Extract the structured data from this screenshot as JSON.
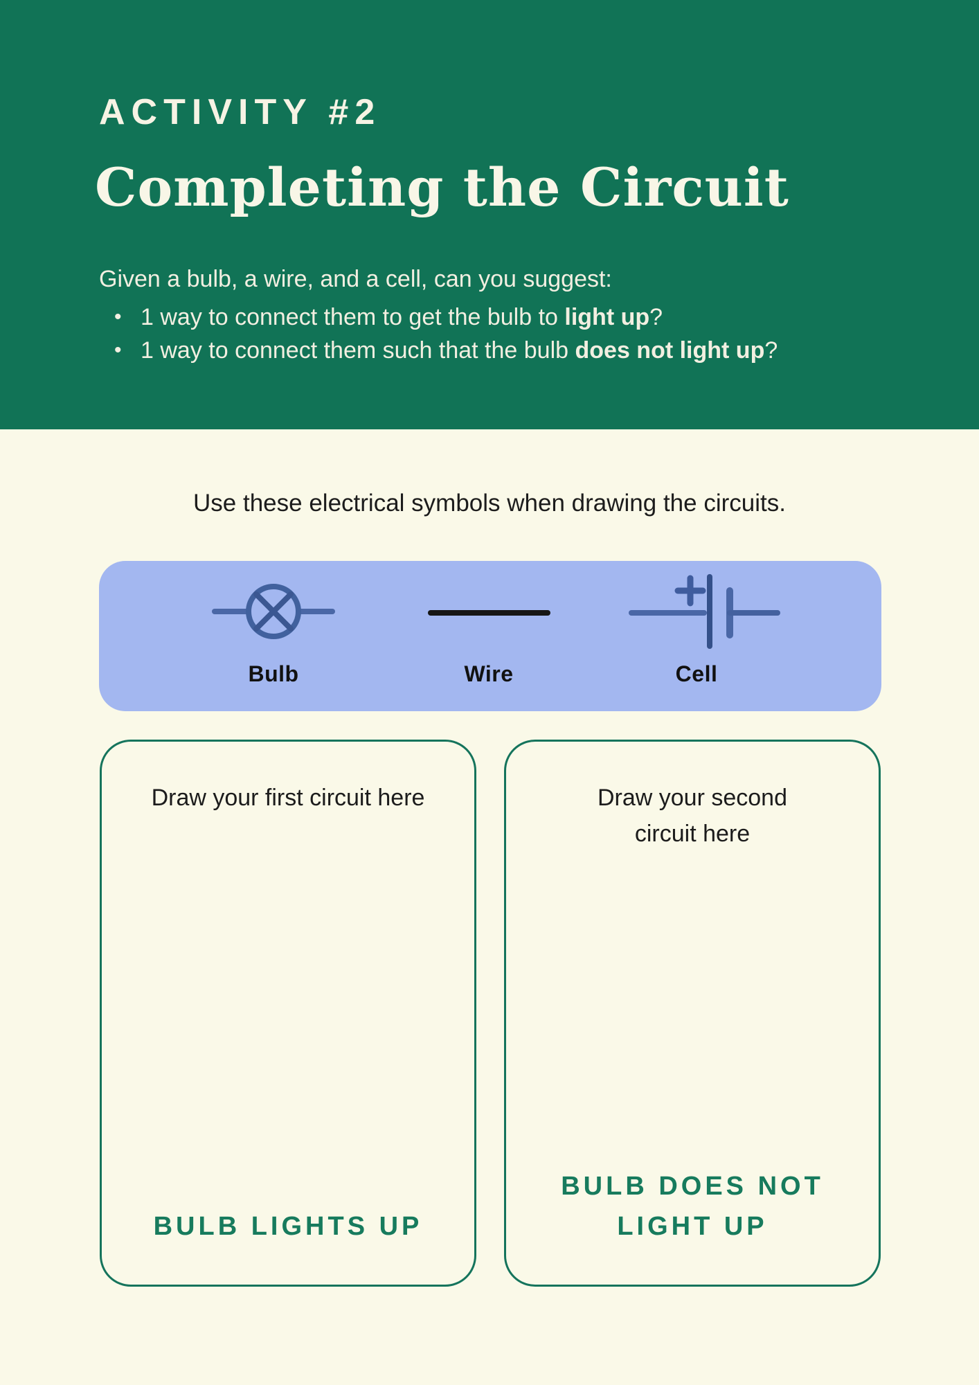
{
  "colors": {
    "header_green": "#117356",
    "page_cream": "#FAF9E8",
    "cream_text": "#F6F3E4",
    "panel_blue": "#A3B7F0",
    "symbol_blue": "#44619F",
    "symbol_blue_dark": "#34508A",
    "wire_black": "#161616",
    "body_black": "#1C1C1C",
    "box_border_green": "#15745C",
    "result_green": "#177B5D"
  },
  "header": {
    "kicker": "ACTIVITY #2",
    "title": "Completing the Circuit",
    "intro": "Given a bulb, a wire, and a cell, can you suggest:",
    "bullet_glyph": "•",
    "bullets": [
      {
        "pre": "1 way to connect them to get the bulb to ",
        "bold": "light up",
        "post": "?"
      },
      {
        "pre": "1 way to connect them such that the bulb ",
        "bold": "does not light up",
        "post": "?"
      }
    ]
  },
  "symbols_section": {
    "instruction": "Use these electrical symbols when drawing the circuits.",
    "items": [
      {
        "label": "Bulb",
        "icon": "bulb-symbol-icon"
      },
      {
        "label": "Wire",
        "icon": "wire-symbol-icon"
      },
      {
        "label": "Cell",
        "icon": "cell-symbol-icon"
      }
    ]
  },
  "draw_boxes": [
    {
      "prompt": "Draw your first circuit here",
      "result": "BULB LIGHTS UP"
    },
    {
      "prompt": "Draw your second\ncircuit here",
      "result": "BULB DOES NOT\nLIGHT UP"
    }
  ]
}
